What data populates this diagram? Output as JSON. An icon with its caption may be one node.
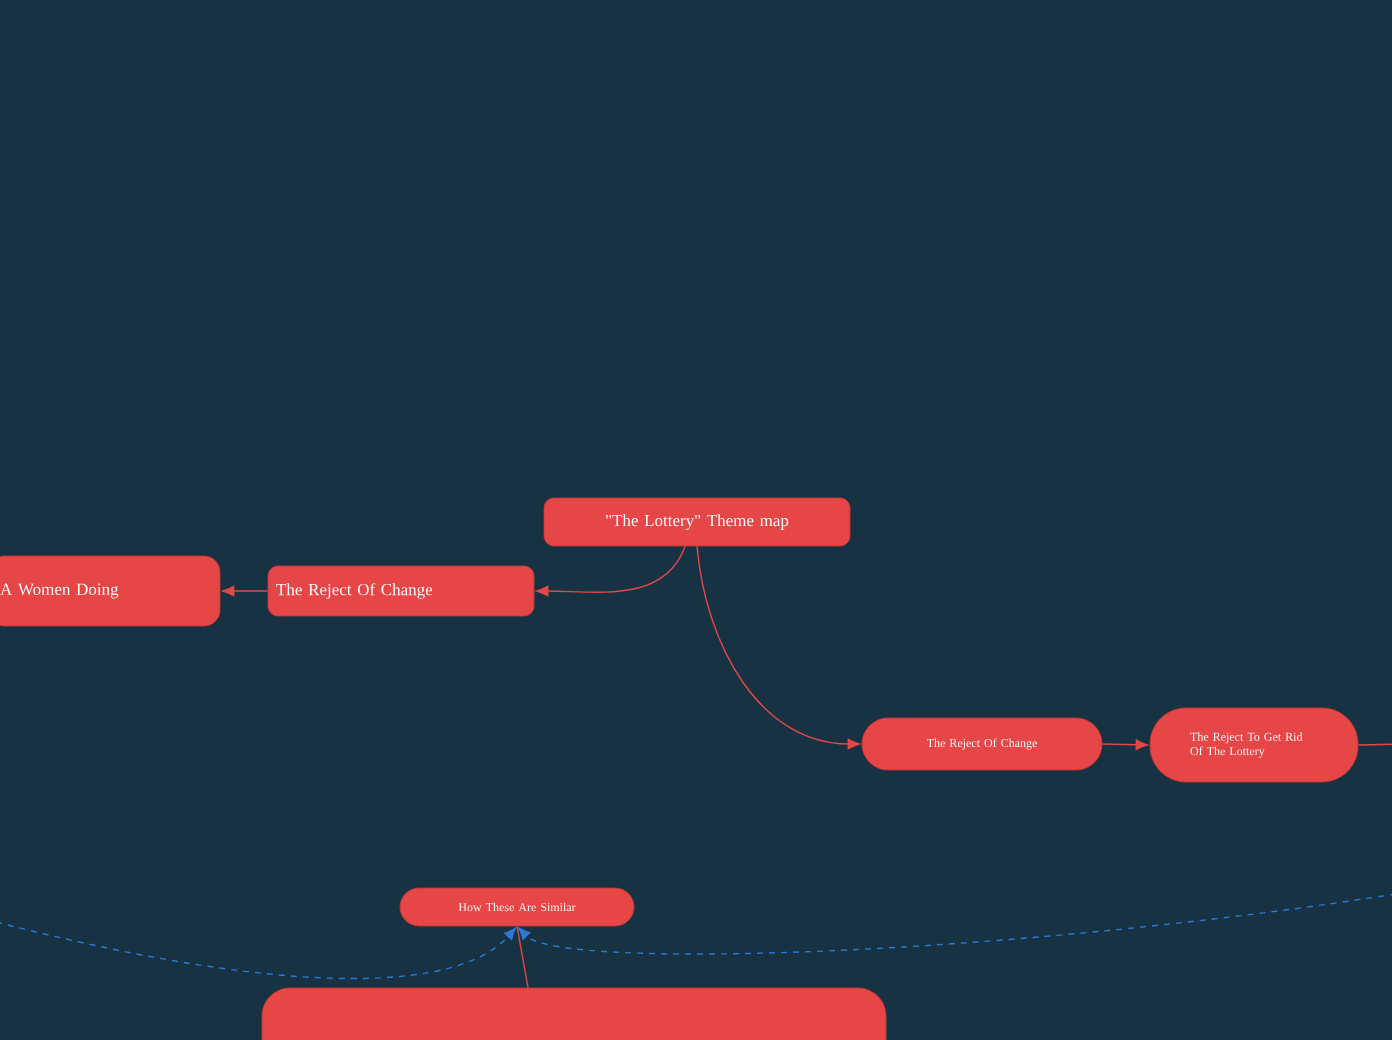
{
  "diagram": {
    "nodes": [
      {
        "text": [
          "\"The Lottery\" Theme map"
        ]
      },
      {
        "text": [
          "The Reject Of Change"
        ]
      },
      {
        "text": [
          "A Women Doing"
        ]
      },
      {
        "text": [
          "The Reject Of Change"
        ]
      },
      {
        "text": [
          "The Reject To Get Rid Of The Lottery"
        ]
      },
      {
        "text": [
          "How These Are Similar"
        ]
      },
      {
        "text": [],
        "shape": "box"
      }
    ],
    "edges": [
      {
        "from": 0,
        "to": 1,
        "arrow": "to"
      },
      {
        "from": 1,
        "to": 2,
        "arrow": "to"
      },
      {
        "from": 0,
        "to": 3,
        "arrow": "to"
      },
      {
        "from": 3,
        "to": 4,
        "arrow": "to"
      },
      {
        "from": 4,
        "to": null,
        "arrow": "none"
      },
      {
        "from": 6,
        "to": 5,
        "arrow": "none"
      },
      {
        "from": null,
        "to": 5,
        "arrow": "to",
        "style": "dashed",
        "color": "#2a7ad6"
      },
      {
        "from": null,
        "to": 5,
        "arrow": "to",
        "style": "dashed",
        "color": "#2a7ad6"
      }
    ]
  }
}
